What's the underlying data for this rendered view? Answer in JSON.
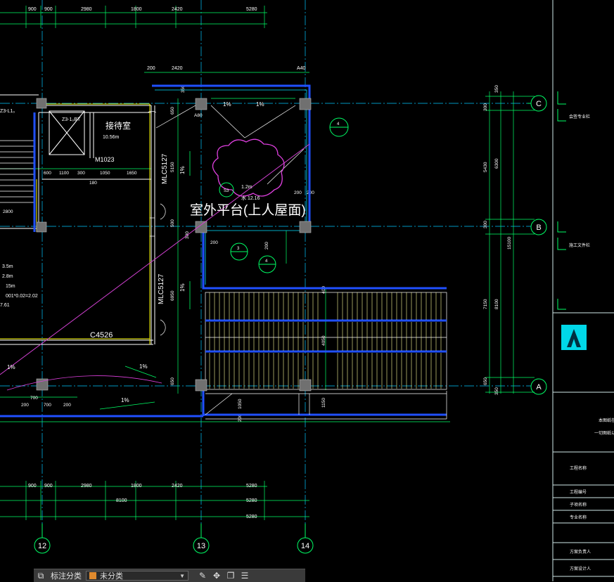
{
  "top_dims": [
    "900",
    "900",
    "2980",
    "1800",
    "2420",
    "5280"
  ],
  "upper_dims": [
    "200",
    "2420",
    "A40"
  ],
  "left_dims": [
    "600",
    "1100",
    "300",
    "1050",
    "1650",
    "180",
    "2800"
  ],
  "bottom_dims_1": [
    "900",
    "900",
    "2980",
    "1800",
    "2420",
    "5280"
  ],
  "bottom_dims_2": [
    "8100",
    "5280"
  ],
  "bottom_dims_3": [
    "5280"
  ],
  "small_dims_left": [
    "200",
    "700",
    "200",
    "700"
  ],
  "right_dims_outer": [
    "350",
    "300",
    "5430",
    "300",
    "7150",
    "650",
    "350"
  ],
  "right_dims_inner": [
    "6300",
    "15100",
    "8100"
  ],
  "mid_dims": [
    "350",
    "650",
    "5150",
    "500",
    "6950",
    "650",
    "400",
    "200",
    "200",
    "200",
    "300",
    "4050",
    "200",
    "1050",
    "200",
    "1150",
    "A80"
  ],
  "room_labels": {
    "reception": "接待室",
    "reception_area": "10.56m",
    "door_ml": "M1023",
    "elevator": "Z3-1₀BT",
    "stair": "Z3-L1₀",
    "window": "C4526",
    "mlc_top": "MLC5127",
    "mlc_bottom": "MLC5127",
    "platform": "室外平台(上人屋面)",
    "notes": [
      "3.5m",
      "2.8m",
      "15m",
      "001*0.02=2.02",
      "7.61",
      "1.2m",
      "水 12.16"
    ]
  },
  "slopes": [
    "1%",
    "1%",
    "1%",
    "1%",
    "1%",
    "1%",
    "1%"
  ],
  "details": [
    "4",
    "3",
    "4",
    "S3"
  ],
  "axes": {
    "bottom": [
      "12",
      "13",
      "14"
    ],
    "right": [
      "C",
      "B",
      "A"
    ]
  },
  "title_block": {
    "header1": "会签专业栏",
    "header2": "施工文件栏",
    "notes": [
      "本图纸在",
      "一切图纸以"
    ],
    "project_name": "工程名称",
    "project_no": "工程编号",
    "subitem": "子项名称",
    "discipline": "专业名称",
    "lead1": "方案负责人",
    "lead2": "方案设计人"
  },
  "toolbar": {
    "tool_left_icon": "annotate-icon",
    "label": "标注分类",
    "select_value": "未分类",
    "icons": [
      "pen-icon",
      "move-icon",
      "copy-icon",
      "layer-icon"
    ]
  }
}
